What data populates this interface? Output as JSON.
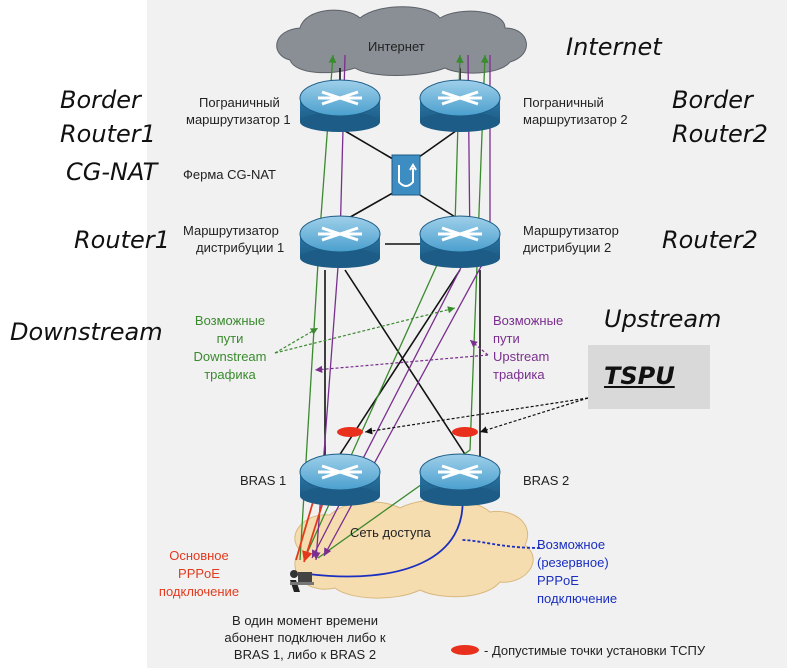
{
  "labels_en": {
    "internet": "Internet",
    "border_router1_line1": "Border",
    "border_router1_line2": "Router1",
    "border_router2_line1": "Border",
    "border_router2_line2": "Router2",
    "cg_nat": "CG-NAT",
    "router1": "Router1",
    "router2": "Router2",
    "downstream": "Downstream",
    "upstream": "Upstream",
    "tspu": "TSPU"
  },
  "labels_ru": {
    "internet": "Интернет",
    "border1_line1": "Пограничный",
    "border1_line2": "маршрутизатор 1",
    "border2_line1": "Пограничный",
    "border2_line2": "маршрутизатор 2",
    "cgnat_farm": "Ферма CG-NAT",
    "dist1_line1": "Маршрутизатор",
    "dist1_line2": "дистрибуции 1",
    "dist2_line1": "Маршрутизатор",
    "dist2_line2": "дистрибуции 2",
    "down_paths": [
      "Возможные",
      "пути",
      "Downstream",
      "трафика"
    ],
    "up_paths": [
      "Возможные",
      "пути",
      "Upstream",
      "трафика"
    ],
    "bras1": "BRAS 1",
    "bras2": "BRAS 2",
    "access_net": "Сеть доступа",
    "main_pppoe": [
      "Основное",
      "PPPoE",
      "подключение"
    ],
    "backup_pppoe": [
      "Возможное",
      "(резервное)",
      "PPPoE",
      "подключение"
    ],
    "note": [
      "В один момент времени",
      "абонент подключен либо к",
      "BRAS 1, либо к BRAS 2"
    ],
    "legend": "-  Допустимые точки установки ТСПУ"
  },
  "icons": [
    "cloud-icon",
    "router-icon",
    "firewall-icon",
    "user-workstation-icon",
    "tspu-point-icon"
  ],
  "colors": {
    "downstream": "#3a8a2e",
    "upstream": "#7a2f8f",
    "main_connection": "#e33a1e",
    "backup_connection": "#1a2fc0",
    "router": "#2f7fb0",
    "tspu_point": "#e8301c"
  }
}
